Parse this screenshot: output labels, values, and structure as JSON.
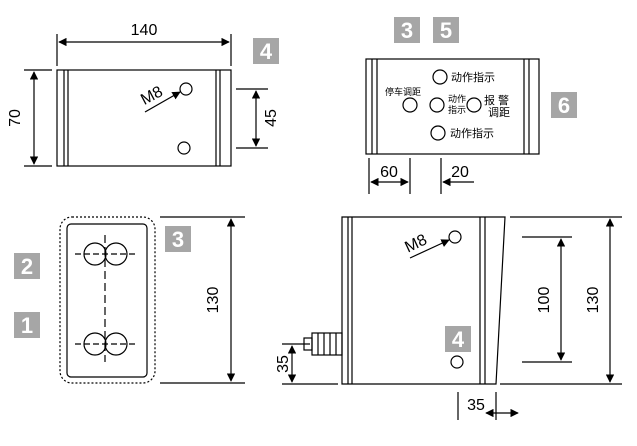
{
  "top_view": {
    "width_dim": "140",
    "height_dim": "70",
    "hole_spacing_dim": "45",
    "bolt_label": "M8",
    "callout": "4"
  },
  "panel_view": {
    "callout_a": "3",
    "callout_b": "5",
    "callout_c": "6",
    "action_indicator_top": "动作指示",
    "action_indicator_bottom": "动作指示",
    "stop_adjust": "停车调距",
    "action_indicator_mid_line1": "动作",
    "action_indicator_mid_line2": "指示",
    "alarm_adjust_line1": "报 警",
    "alarm_adjust_line2": "调距",
    "left_offset_dim": "60",
    "right_offset_dim": "20"
  },
  "front_view": {
    "callout_3": "3",
    "callout_2": "2",
    "callout_1": "1",
    "height_dim": "130"
  },
  "side_view": {
    "bolt_label": "M8",
    "callout": "4",
    "height_outer_dim": "130",
    "height_inner_dim": "100",
    "connector_height_dim": "35",
    "depth_dim": "35"
  },
  "colors": {
    "line": "#000000",
    "callout_bg": "#a6a6a6",
    "callout_text": "#ffffff"
  }
}
